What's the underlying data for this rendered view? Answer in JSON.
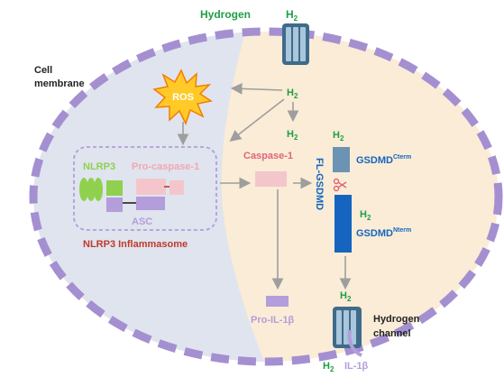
{
  "labels": {
    "hydrogen_top": "Hydrogen",
    "h2_top": "H",
    "h2_top_sub": "2",
    "cell_membrane": "Cell",
    "cell_membrane_2": "membrane",
    "ros": "ROS",
    "h2_center": "H",
    "h2_center_sub": "2",
    "h2_caspase": "H",
    "h2_caspase_sub": "2",
    "nlrp3": "NLRP3",
    "pro_caspase": "Pro-caspase-1",
    "asc": "ASC",
    "inflammasome": "NLRP3 Inflammasome",
    "caspase1": "Caspase-1",
    "fl_gsdmd": "FL-GSDMD",
    "h2_gsdmd": "H",
    "h2_gsdmd_sub": "2",
    "gsdmd_c": "GSDMD",
    "gsdmd_c_sup": "Cterm",
    "h2_nterm": "H",
    "h2_nterm_sub": "2",
    "gsdmd_n": "GSDMD",
    "gsdmd_n_sup": "Nterm",
    "pro_il1b": "Pro-IL-1β",
    "h2_channel": "H",
    "h2_channel_sub": "2",
    "hydrogen_channel": "Hydrogen",
    "hydrogen_channel_2": "channel",
    "h2_bottom": "H",
    "h2_bottom_sub": "2",
    "il1b": "IL-1β"
  },
  "colors": {
    "h2_green": "#1e9e45",
    "membrane_dash": "#a48fd1",
    "cytoplasm": "#faecd6",
    "nucleus_zone": "#dfe4ee",
    "nlrp3_green": "#8fd14f",
    "asc_purple": "#b39ddb",
    "pro_caspase_pink": "#f4c6cc",
    "caspase_text": "#e0637a",
    "inflammasome_red": "#c0392b",
    "gsdmd_blue": "#1565c0",
    "gsdmd_c_box": "#6c93b3",
    "channel": "#3f6b8a",
    "arrow_gray": "#9e9e9e"
  },
  "icons": [
    "ros-burst-icon",
    "scissors-icon",
    "hydrogen-channel-icon"
  ]
}
